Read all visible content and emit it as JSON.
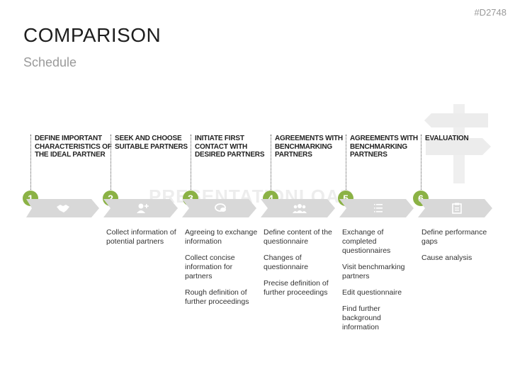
{
  "header": {
    "code": "#D2748",
    "title": "COMPARISON",
    "subtitle": "Schedule"
  },
  "watermark": "PRESENTATIONLOAD",
  "colors": {
    "accent": "#8bb245",
    "arrow": "#d8d8d8"
  },
  "steps": [
    {
      "number": "1",
      "label": "DEFINE IMPORTANT CHARACTERISTICS OF THE IDEAL PARTNER",
      "icon": "handshake-icon",
      "details": []
    },
    {
      "number": "2",
      "label": "SEEK AND CHOOSE SUITABLE PARTNERS",
      "icon": "add-user-icon",
      "details": [
        "Collect information of potential partners"
      ]
    },
    {
      "number": "3",
      "label": "INITIATE FIRST CONTACT WITH DESIRED PARTNERS",
      "icon": "chat-bubbles-icon",
      "details": [
        "Agreeing to exchange information",
        "Collect concise information for partners",
        "Rough definition of further proceedings"
      ]
    },
    {
      "number": "4",
      "label": "AGREEMENTS WITH BENCHMARKING PARTNERS",
      "icon": "group-icon",
      "details": [
        "Define content of the questionnaire",
        "Changes of questionnaire",
        "Precise definition of further proceedings"
      ]
    },
    {
      "number": "5",
      "label": "AGREEMENTS WITH BENCHMARKING PARTNERS",
      "icon": "list-icon",
      "details": [
        "Exchange of completed questionnaires",
        "Visit benchmarking partners",
        "Edit questionnaire",
        "Find further background information"
      ]
    },
    {
      "number": "6",
      "label": "EVALUATION",
      "icon": "clipboard-icon",
      "details": [
        "Define performance gaps",
        "Cause analysis"
      ]
    }
  ]
}
